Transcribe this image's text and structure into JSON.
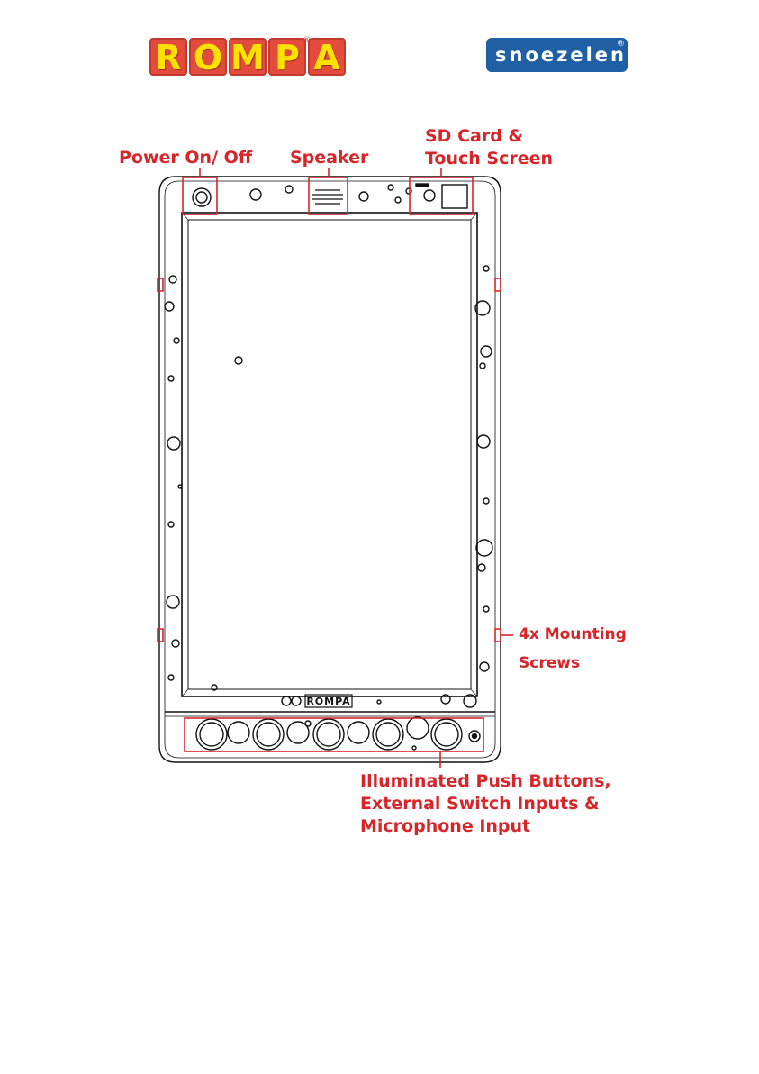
{
  "logos": {
    "rompa_letters": [
      "R",
      "O",
      "M",
      "P",
      "A"
    ],
    "rompa_reg": "®",
    "snoezelen": "snoezelen",
    "snoezelen_reg": "®"
  },
  "device": {
    "bezel_brand": "ROMPA"
  },
  "callouts": {
    "power": "Power On/ Off",
    "speaker": "Speaker",
    "sd_line1": "SD Card &",
    "sd_line2": "Touch Screen",
    "mount_line1": "4x Mounting",
    "mount_line2": "Screws",
    "buttons_line1": "Illuminated Push Buttons,",
    "buttons_line2": "External Switch Inputs &",
    "buttons_line3": "Microphone Input"
  },
  "colors": {
    "callout_red": "#d8252a",
    "rompa_red": "#e34b3c",
    "rompa_yellow": "#ffe100",
    "snoezelen_blue": "#1f5fa3"
  }
}
